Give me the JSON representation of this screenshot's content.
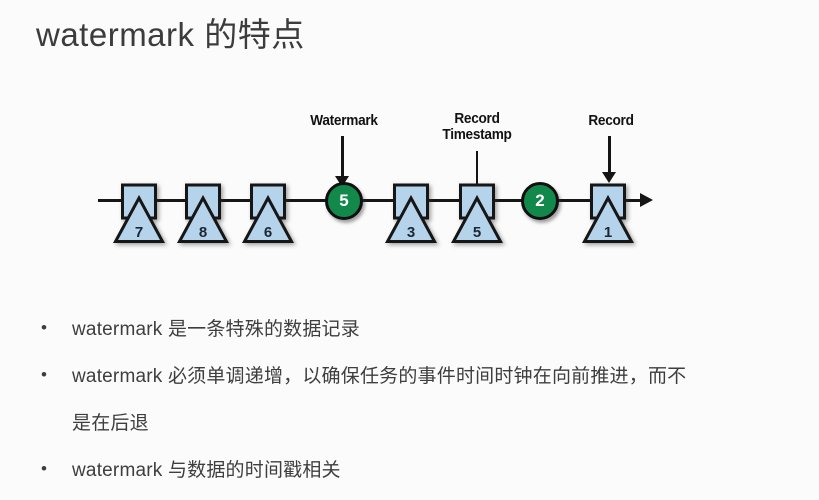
{
  "title": "watermark 的特点",
  "diagram": {
    "labels": {
      "watermark": "Watermark",
      "record_timestamp_line1": "Record",
      "record_timestamp_line2": "Timestamp",
      "record": "Record"
    },
    "stream": [
      {
        "type": "record",
        "value": "7"
      },
      {
        "type": "record",
        "value": "8"
      },
      {
        "type": "record",
        "value": "6"
      },
      {
        "type": "watermark",
        "value": "5"
      },
      {
        "type": "record",
        "value": "3"
      },
      {
        "type": "record",
        "value": "5"
      },
      {
        "type": "watermark",
        "value": "2"
      },
      {
        "type": "record",
        "value": "1"
      }
    ],
    "colors": {
      "record_fill": "#b6d3ec",
      "watermark_fill": "#12884b",
      "stroke": "#161616"
    }
  },
  "bullets": [
    {
      "bullet": "•",
      "text": "watermark 是一条特殊的数据记录"
    },
    {
      "bullet": "•",
      "text": "watermark 必须单调递增，以确保任务的事件时间时钟在向前推进，而不"
    },
    {
      "bullet": "",
      "text": "是在后退"
    },
    {
      "bullet": "•",
      "text": "watermark 与数据的时间戳相关"
    }
  ]
}
